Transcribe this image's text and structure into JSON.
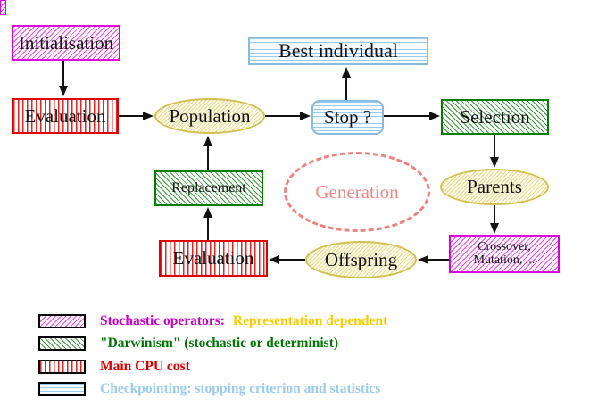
{
  "nodes": {
    "initialisation": "Initialisation",
    "evaluation_top": "Evaluation",
    "population": "Population",
    "best_individual": "Best individual",
    "stop": "Stop ?",
    "selection": "Selection",
    "replacement": "Replacement",
    "generation": "Generation",
    "parents": "Parents",
    "evaluation_bottom": "Evaluation",
    "offspring": "Offspring",
    "crossover_line1": "Crossover,",
    "crossover_line2": "Mutation, ..."
  },
  "legend": {
    "items": [
      {
        "pattern": "magenta-diagonal-hatch",
        "label": "Stochastic operators:",
        "label_color": "#cc00cc",
        "label2": "Representation dependent",
        "label2_color": "#ffcc00"
      },
      {
        "pattern": "green-diagonal-hatch",
        "label": "\"Darwinism\" (stochastic or determinist)",
        "label_color": "#007700"
      },
      {
        "pattern": "red-vertical-lines",
        "label": "Main CPU cost",
        "label_color": "#dd0000"
      },
      {
        "pattern": "cyan-horizontal-lines",
        "label": "Checkpointing: stopping criterion and statistics",
        "label_color": "#99ccee"
      }
    ]
  },
  "colors": {
    "magenta_border": "#dd00dd",
    "green_border": "#007f00",
    "red_border": "#dd0000",
    "cyan_border": "#88bbdd",
    "yellow_border": "#d2c050",
    "coral_dashed": "#f08080",
    "arrow": "#111111"
  }
}
